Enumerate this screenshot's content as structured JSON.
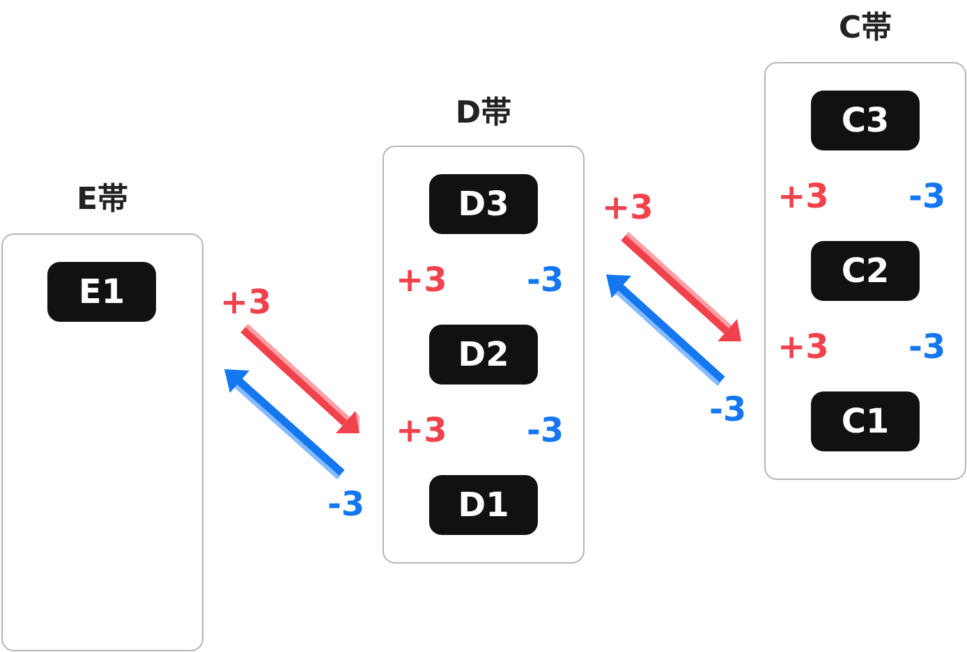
{
  "colors": {
    "up": "#f0424d",
    "up_light": "#ff9ea4",
    "down": "#1477f0",
    "down_light": "#86bbff",
    "box": "#111111",
    "border": "#b5b5b5"
  },
  "bands": {
    "e": {
      "label": "E帯",
      "levels": [
        "E1"
      ]
    },
    "d": {
      "label": "D帯",
      "levels": [
        "D3",
        "D2",
        "D1"
      ],
      "steps": [
        {
          "up": "+3",
          "down": "-3"
        },
        {
          "up": "+3",
          "down": "-3"
        }
      ]
    },
    "c": {
      "label": "C帯",
      "levels": [
        "C3",
        "C2",
        "C1"
      ],
      "steps": [
        {
          "up": "+3",
          "down": "-3"
        },
        {
          "up": "+3",
          "down": "-3"
        }
      ]
    }
  },
  "transitions": {
    "e_d": {
      "up": "+3",
      "down": "-3"
    },
    "d_c": {
      "up": "+3",
      "down": "-3"
    }
  }
}
